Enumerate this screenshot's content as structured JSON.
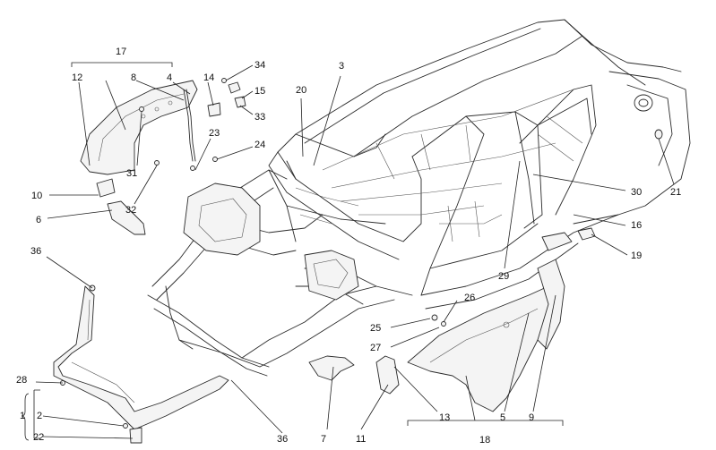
{
  "callouts": {
    "c1": "1",
    "c2": "2",
    "c3": "3",
    "c4": "4",
    "c5": "5",
    "c6": "6",
    "c7": "7",
    "c8": "8",
    "c9": "9",
    "c10": "10",
    "c11": "11",
    "c12": "12",
    "c13": "13",
    "c14": "14",
    "c15": "15",
    "c16": "16",
    "c17": "17",
    "c18": "18",
    "c19": "19",
    "c20": "20",
    "c21": "21",
    "c22": "22",
    "c23": "23",
    "c24": "24",
    "c25": "25",
    "c26": "26",
    "c27": "27",
    "c28": "28",
    "c29": "29",
    "c30": "30",
    "c31": "31",
    "c32": "32",
    "c33": "33",
    "c34": "34",
    "c36a": "36",
    "c36b": "36"
  },
  "colors": {
    "line": "#2a2a2a",
    "text": "#111111",
    "background": "#ffffff"
  }
}
